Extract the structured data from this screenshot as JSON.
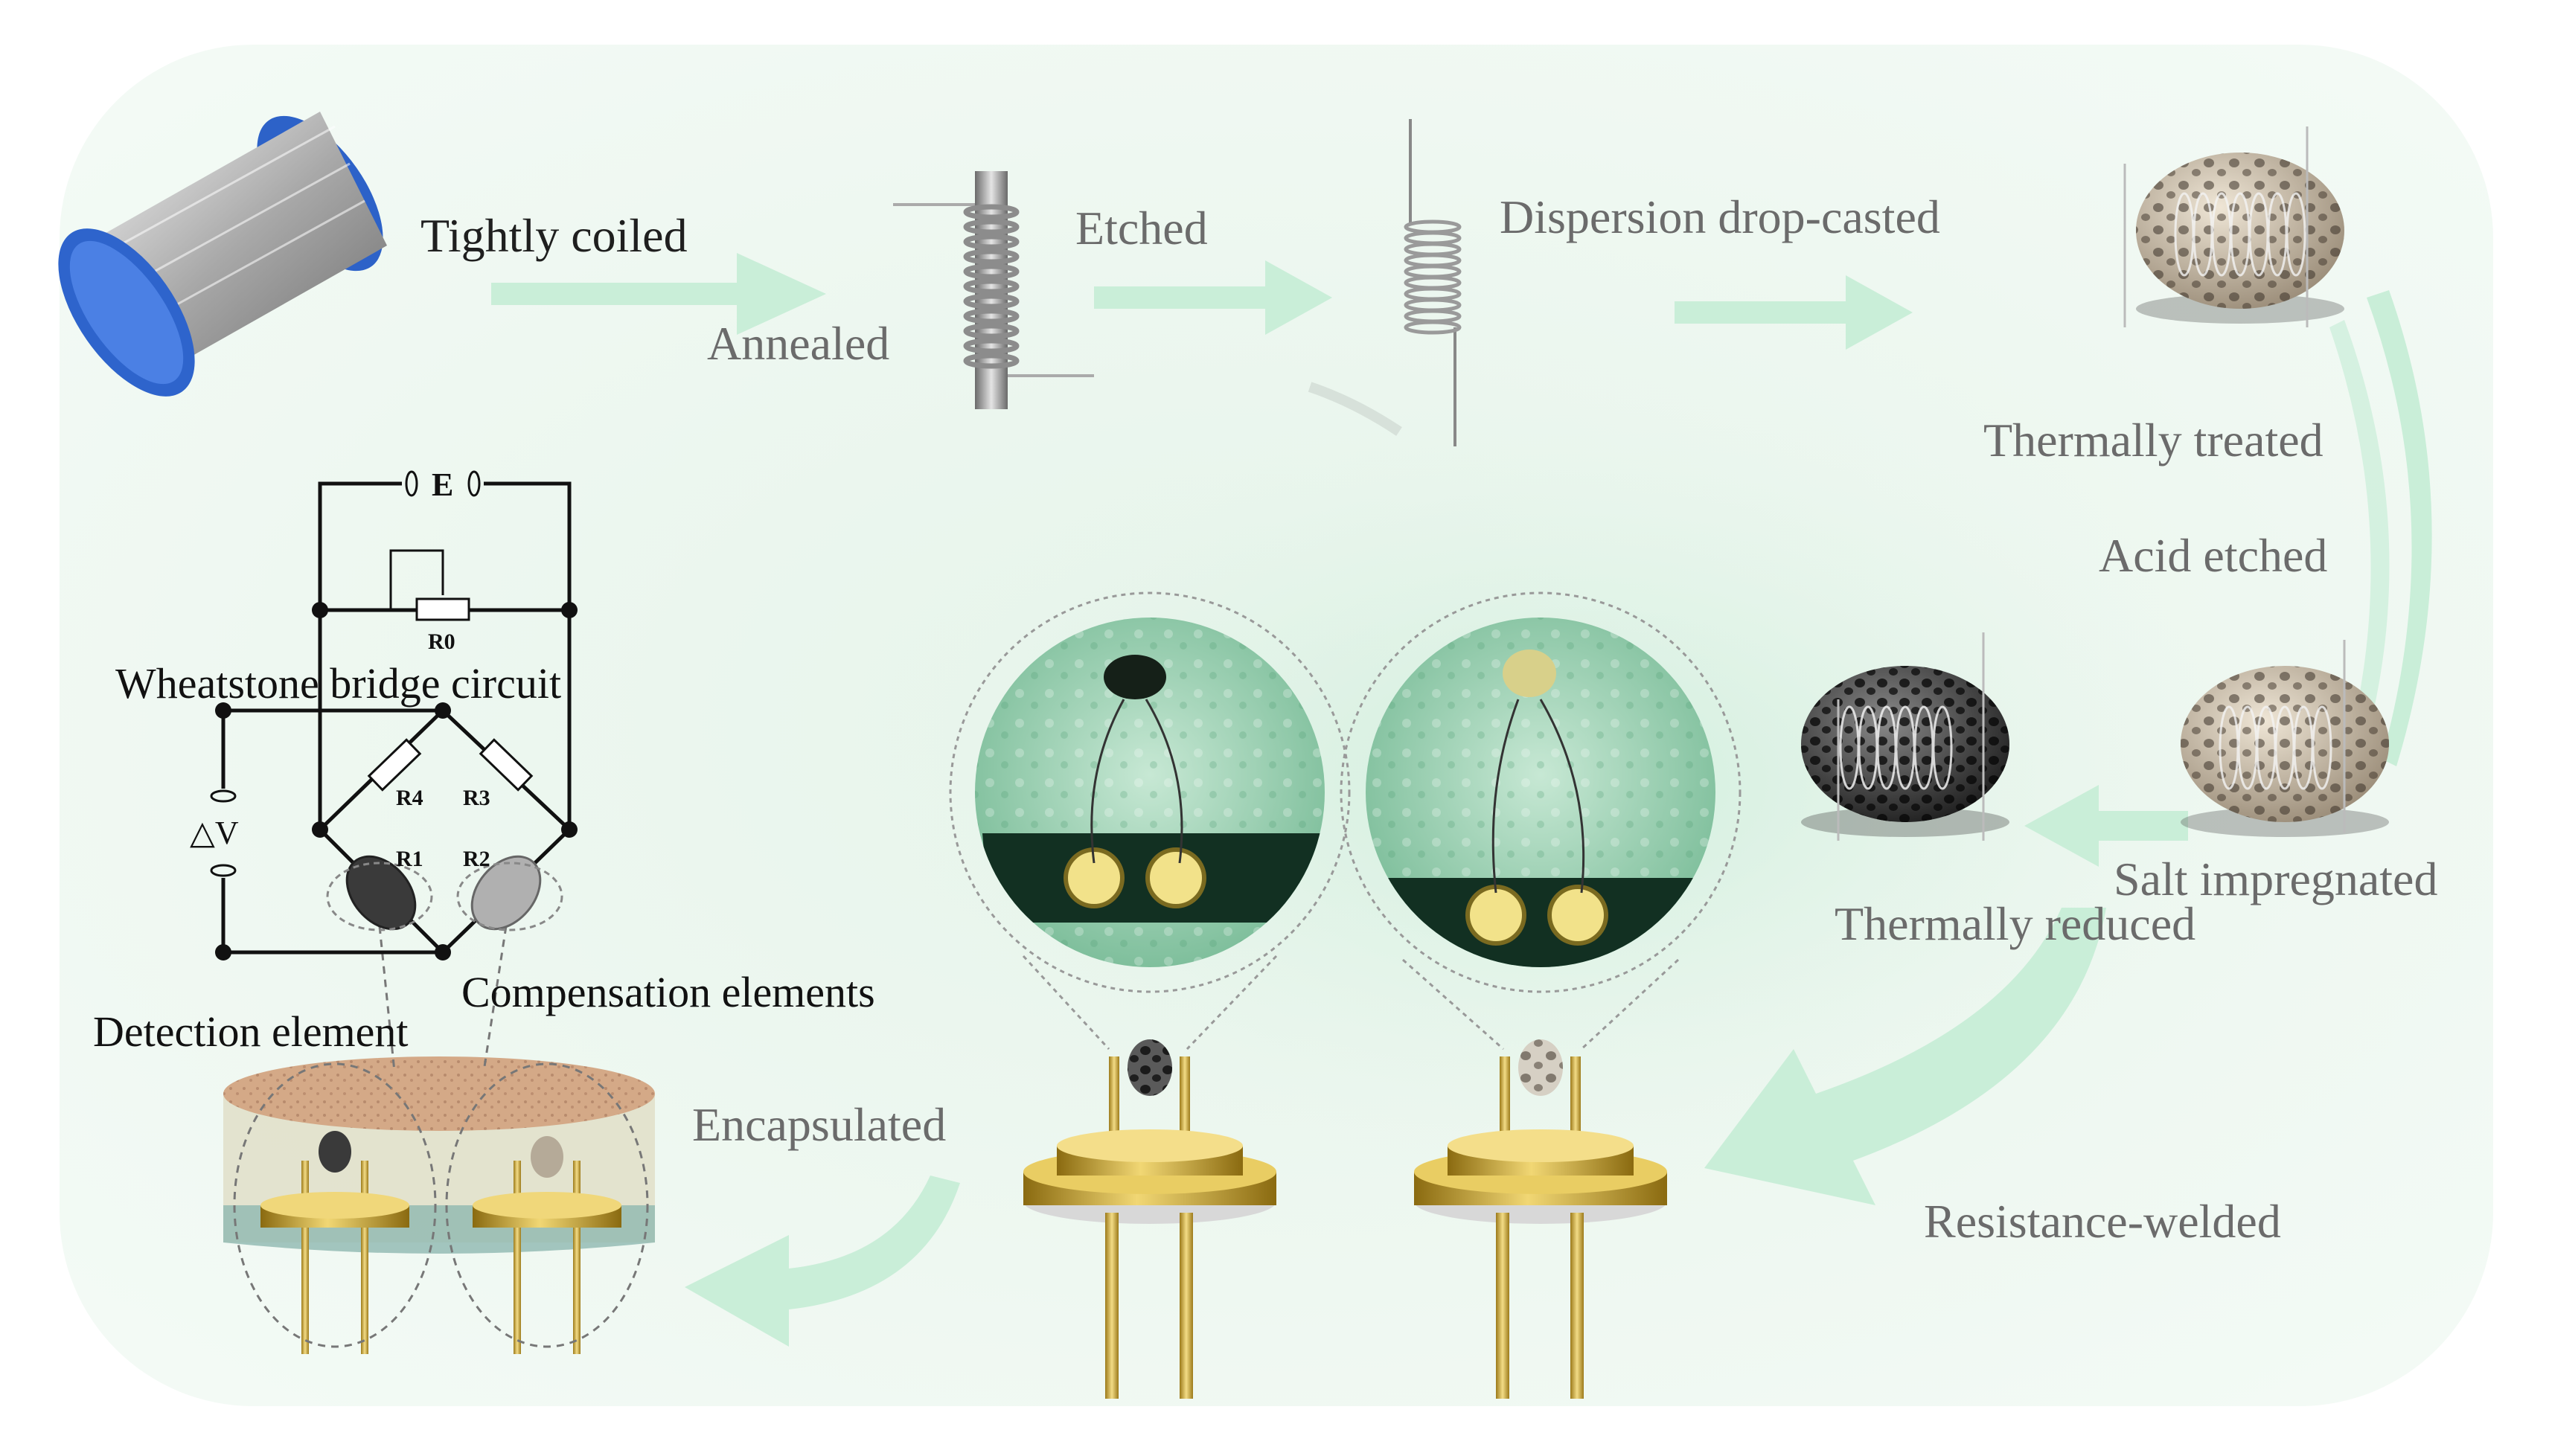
{
  "process_steps": {
    "tightly_coiled": "Tightly coiled",
    "annealed": "Annealed",
    "etched": "Etched",
    "dispersion": "Dispersion drop-casted",
    "thermally_treated": "Thermally treated",
    "acid_etched": "Acid etched",
    "salt_impregnated": "Salt impregnated",
    "thermally_reduced": "Thermally reduced",
    "resistance_welded": "Resistance-welded",
    "encapsulated": "Encapsulated"
  },
  "circuit": {
    "title": "Wheatstone bridge circuit",
    "source": "E",
    "delta_v": "△V",
    "r0": "R0",
    "r1": "R1",
    "r2": "R2",
    "r3": "R3",
    "r4": "R4"
  },
  "elements": {
    "detection": "Detection element",
    "compensation": "Compensation elements"
  },
  "colors": {
    "background": "#eef8f1",
    "arrow": "#c9eed8",
    "gold": "#c9a530",
    "spool_blue": "#2d62c8",
    "process_text": "#6b6b6b"
  }
}
